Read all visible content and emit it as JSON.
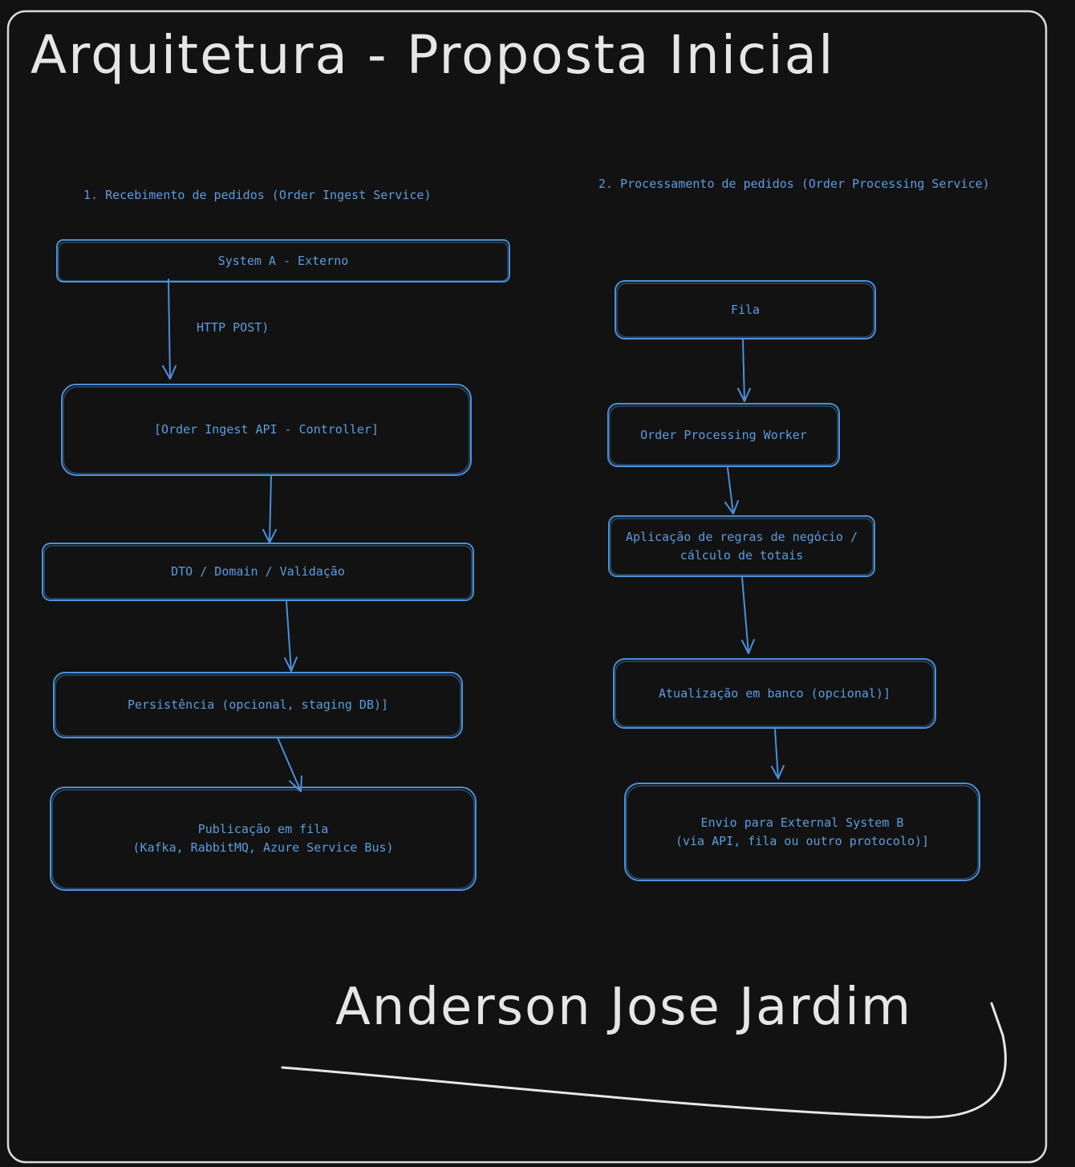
{
  "title": "Arquitetura - Proposta Inicial",
  "signature": "Anderson Jose Jardim",
  "colors": {
    "background": "#121212",
    "accent": "#4a90d9",
    "text": "#e6e6e6"
  },
  "columns": [
    {
      "heading": "1. Recebimento de pedidos (Order Ingest Service)",
      "nodes": [
        {
          "label": "System A - Externo"
        },
        {
          "label": "[Order Ingest API - Controller]"
        },
        {
          "label": "DTO / Domain / Validação"
        },
        {
          "label": "Persistência (opcional, staging DB)]"
        },
        {
          "label": "Publicação em fila\n(Kafka, RabbitMQ, Azure Service Bus)"
        }
      ],
      "edge_labels": [
        "HTTP POST)"
      ]
    },
    {
      "heading": "2. Processamento de pedidos (Order Processing Service)",
      "nodes": [
        {
          "label": "Fila"
        },
        {
          "label": "Order Processing Worker"
        },
        {
          "label": "Aplicação de regras de negócio /\ncálculo de totais"
        },
        {
          "label": "Atualização em banco (opcional)]"
        },
        {
          "label": "Envio para External System B\n(via API, fila ou outro protocolo)]"
        }
      ]
    }
  ]
}
